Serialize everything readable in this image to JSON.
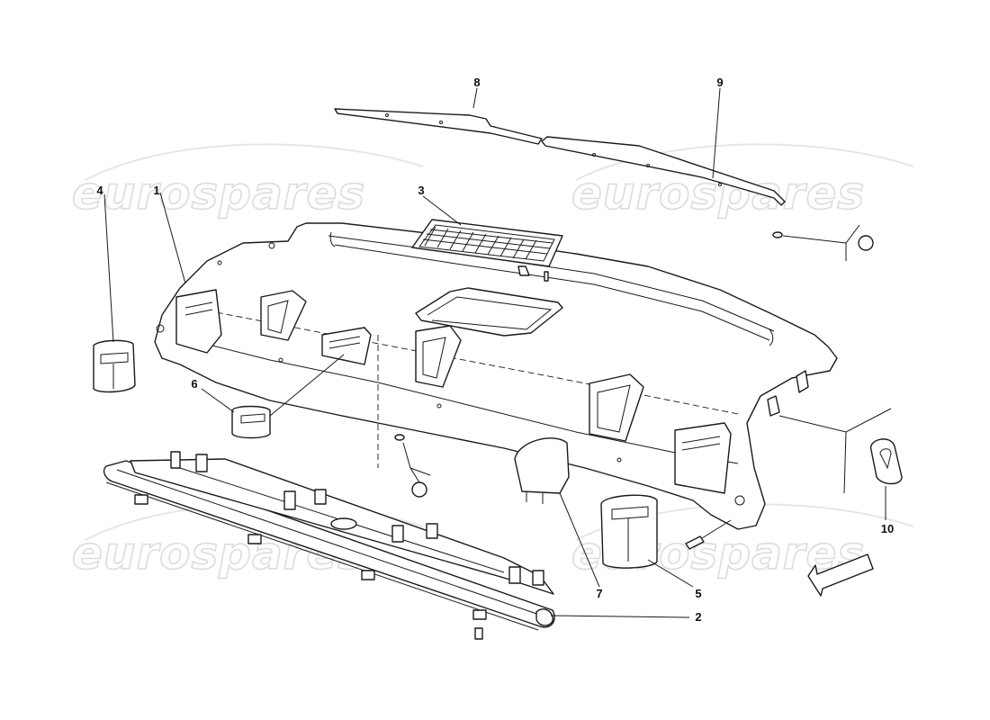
{
  "watermark": {
    "text": "eurospares"
  },
  "callouts": {
    "c1": "1",
    "c2": "2",
    "c3": "3",
    "c4": "4",
    "c5": "5",
    "c6": "6",
    "c7": "7",
    "c8": "8",
    "c9": "9",
    "c10": "10"
  },
  "direction_arrow_icon": "front-direction-arrow-icon"
}
